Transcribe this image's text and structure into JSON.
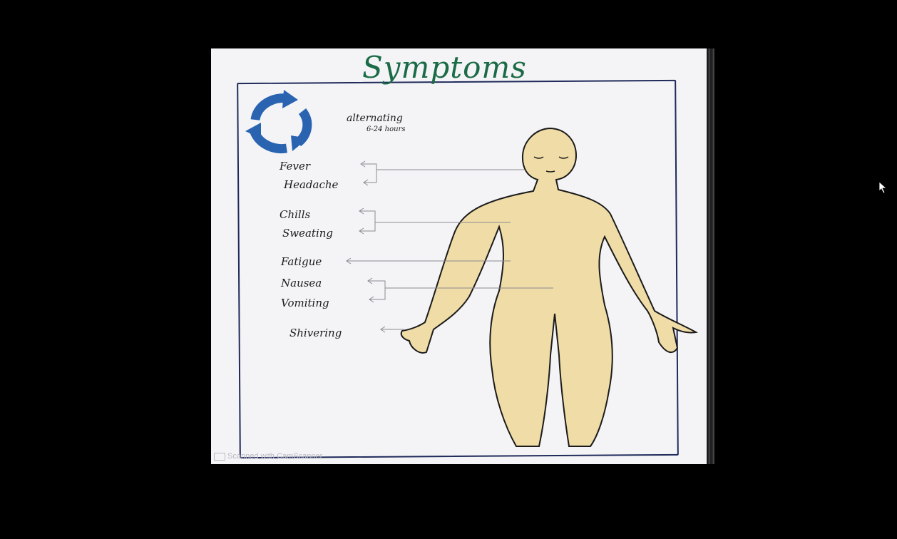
{
  "page": {
    "title": "Symptoms",
    "cycle": {
      "label": "alternating",
      "hours": "6-24 hours",
      "color": "#2a64b0"
    },
    "symptoms": [
      "Fever",
      "Headache",
      "Chills",
      "Sweating",
      "Fatigue",
      "Nausea",
      "Vomiting",
      "Shivering"
    ],
    "watermark": "Scanned with CamScanner"
  },
  "colors": {
    "background": "#000000",
    "paper": "#f4f4f7",
    "title": "#1a6b46",
    "frame": "#1f2a5a",
    "skin": "#f0dca6"
  }
}
